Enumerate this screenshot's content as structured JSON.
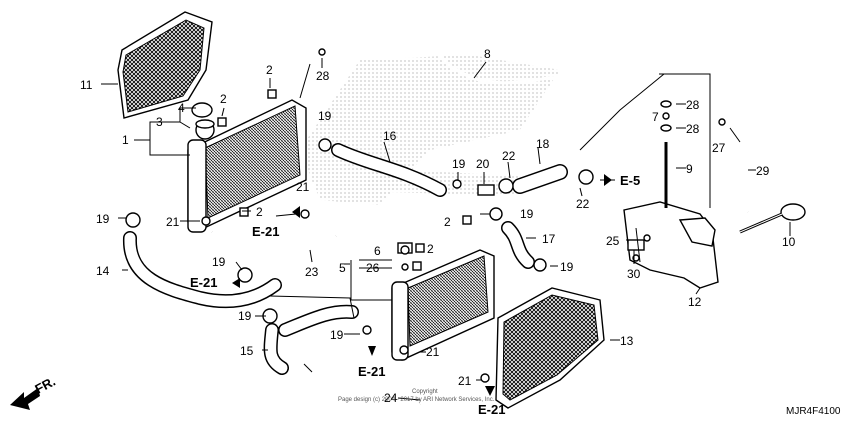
{
  "callouts": {
    "c1": "1",
    "c2a": "2",
    "c2b": "2",
    "c2c": "2",
    "c2d": "2",
    "c2e": "2",
    "c3": "3",
    "c4": "4",
    "c5": "5",
    "c6": "6",
    "c7": "7",
    "c8": "8",
    "c9": "9",
    "c10": "10",
    "c11": "11",
    "c12": "12",
    "c13": "13",
    "c14": "14",
    "c15": "15",
    "c16": "16",
    "c17": "17",
    "c18": "18",
    "c19a": "19",
    "c19b": "19",
    "c19c": "19",
    "c19d": "19",
    "c19e": "19",
    "c19f": "19",
    "c19g": "19",
    "c19h": "19",
    "c20": "20",
    "c21a": "21",
    "c21b": "21",
    "c21c": "21",
    "c21d": "21",
    "c22a": "22",
    "c22b": "22",
    "c23": "23",
    "c24": "24",
    "c25": "25",
    "c26": "26",
    "c27": "27",
    "c28a": "28",
    "c28b": "28",
    "c28c": "28",
    "c29": "29",
    "c30": "30"
  },
  "references": {
    "e21a": "E-21",
    "e21b": "E-21",
    "e21c": "E-21",
    "e21d": "E-21",
    "e5": "E-5"
  },
  "direction_label": "FR.",
  "diagram_code": "MJR4F4100",
  "copyright_line1": "Copyright",
  "copyright_line2": "Page design (c) 2004 - 2017 by ARI Network Services, Inc."
}
